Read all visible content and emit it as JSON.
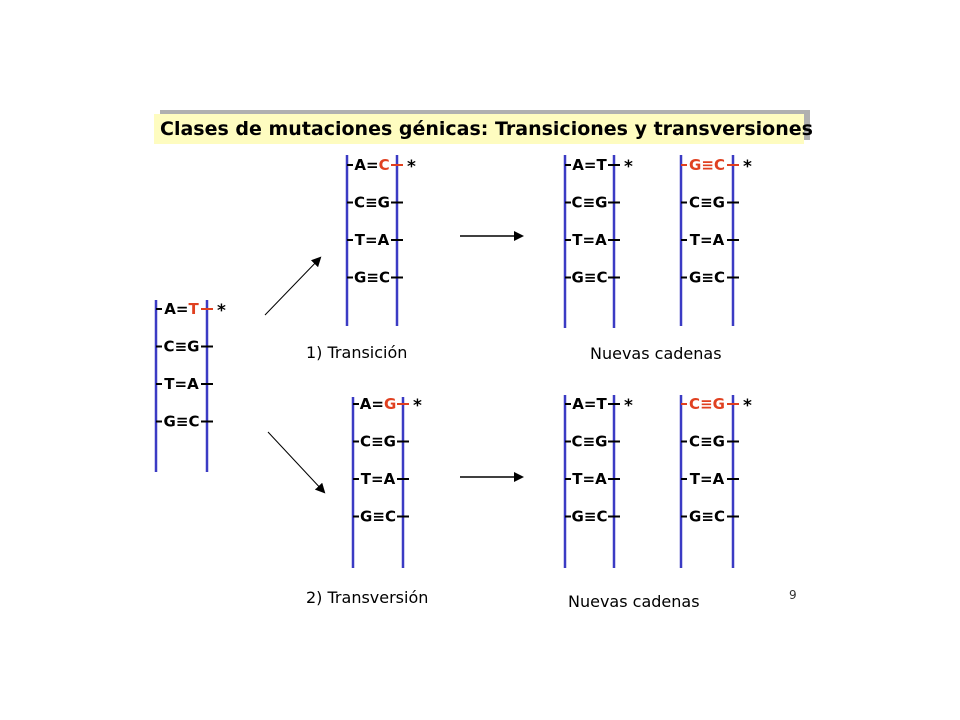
{
  "title": "Clases de mutaciones génicas: Transiciones y transversiones",
  "colors": {
    "strand": "#3b3bc4",
    "normal": "#000000",
    "mutated": "#e04020"
  },
  "original": {
    "pairs": [
      {
        "left": "A",
        "bond": "=",
        "right": "T",
        "mut": "right"
      },
      {
        "left": "C",
        "bond": "≡",
        "right": "G"
      },
      {
        "left": "T",
        "bond": "=",
        "right": "A"
      },
      {
        "left": "G",
        "bond": "≡",
        "right": "C"
      }
    ],
    "star": "*"
  },
  "transition": {
    "caption": "1) Transición",
    "mutant": {
      "pairs": [
        {
          "left": "A",
          "bond": "=",
          "right": "C",
          "mut": "right"
        },
        {
          "left": "C",
          "bond": "≡",
          "right": "G"
        },
        {
          "left": "T",
          "bond": "=",
          "right": "A"
        },
        {
          "left": "G",
          "bond": "≡",
          "right": "C"
        }
      ],
      "star": "*"
    },
    "new_label": "Nuevas cadenas",
    "new_strand_1": {
      "pairs": [
        {
          "left": "A",
          "bond": "=",
          "right": "T"
        },
        {
          "left": "C",
          "bond": "≡",
          "right": "G"
        },
        {
          "left": "T",
          "bond": "=",
          "right": "A"
        },
        {
          "left": "G",
          "bond": "≡",
          "right": "C"
        }
      ],
      "star": "*"
    },
    "new_strand_2": {
      "pairs": [
        {
          "left": "G",
          "bond": "≡",
          "right": "C",
          "mut": "both"
        },
        {
          "left": "C",
          "bond": "≡",
          "right": "G"
        },
        {
          "left": "T",
          "bond": "=",
          "right": "A"
        },
        {
          "left": "G",
          "bond": "≡",
          "right": "C"
        }
      ],
      "star": "*"
    }
  },
  "transversion": {
    "caption": "2) Transversión",
    "mutant": {
      "pairs": [
        {
          "left": "A",
          "bond": "=",
          "right": "G",
          "mut": "right"
        },
        {
          "left": "C",
          "bond": "≡",
          "right": "G"
        },
        {
          "left": "T",
          "bond": "=",
          "right": "A"
        },
        {
          "left": "G",
          "bond": "≡",
          "right": "C"
        }
      ],
      "star": "*"
    },
    "new_label": "Nuevas cadenas",
    "new_strand_1": {
      "pairs": [
        {
          "left": "A",
          "bond": "=",
          "right": "T"
        },
        {
          "left": "C",
          "bond": "≡",
          "right": "G"
        },
        {
          "left": "T",
          "bond": "=",
          "right": "A"
        },
        {
          "left": "G",
          "bond": "≡",
          "right": "C"
        }
      ],
      "star": "*"
    },
    "new_strand_2": {
      "pairs": [
        {
          "left": "C",
          "bond": "≡",
          "right": "G",
          "mut": "both"
        },
        {
          "left": "C",
          "bond": "≡",
          "right": "G"
        },
        {
          "left": "T",
          "bond": "=",
          "right": "A"
        },
        {
          "left": "G",
          "bond": "≡",
          "right": "C"
        }
      ],
      "star": "*"
    }
  },
  "page_number": "9"
}
